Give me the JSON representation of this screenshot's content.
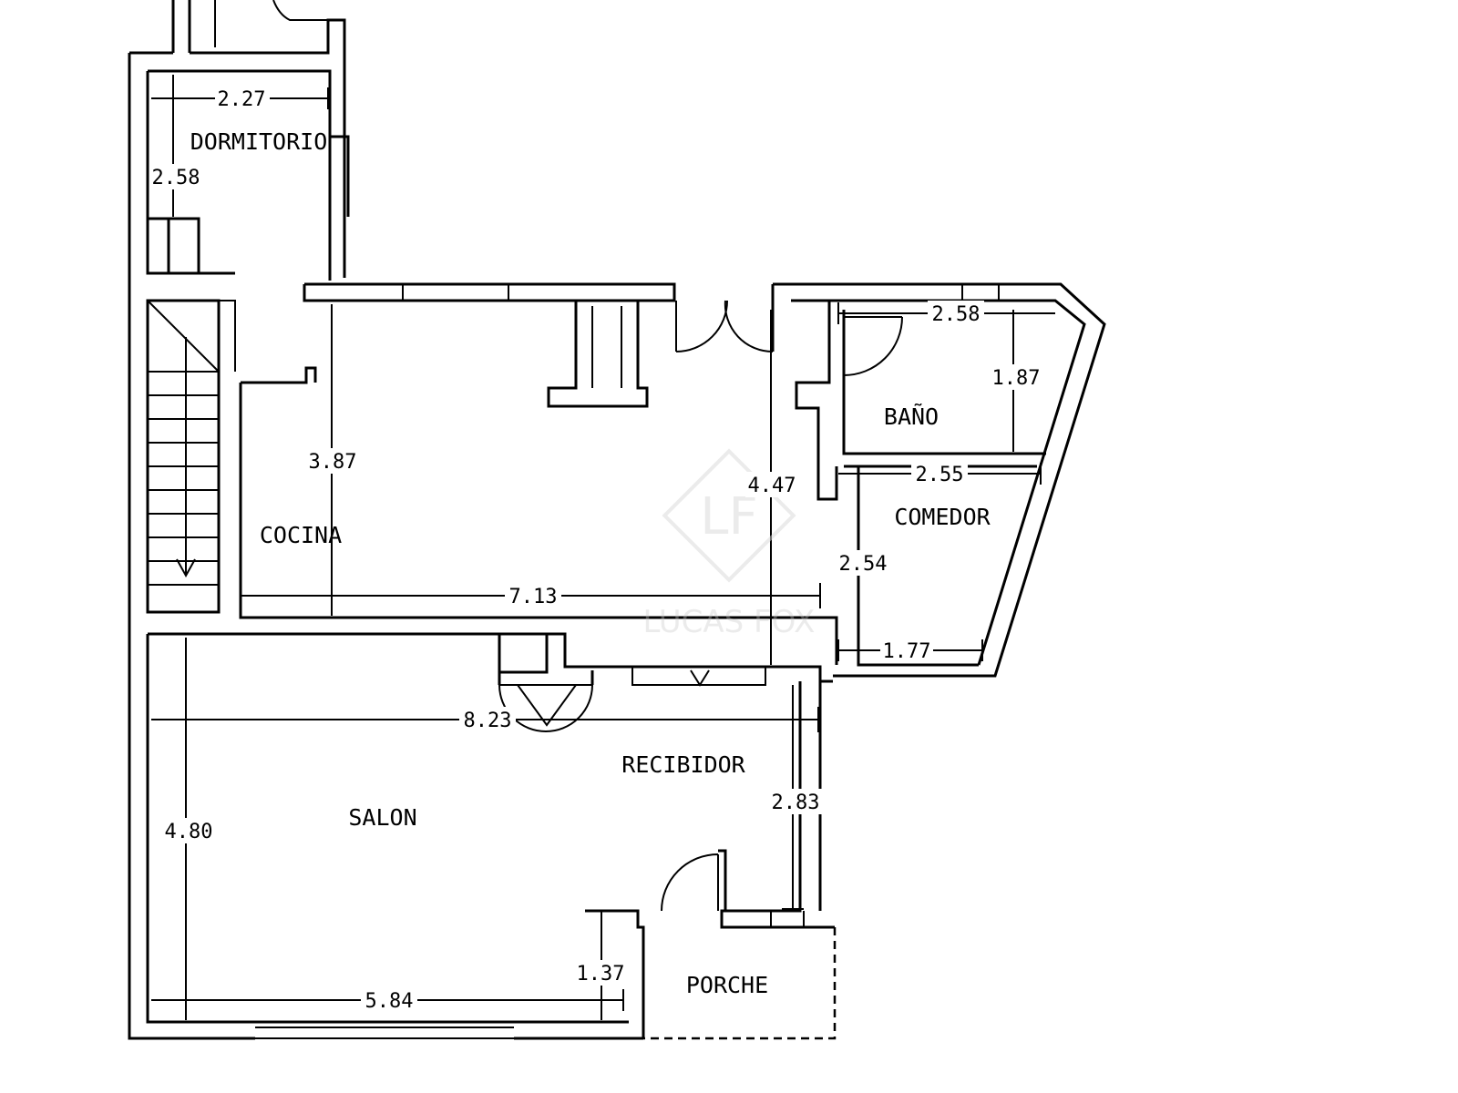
{
  "rooms": {
    "dormitorio": "DORMITORIO",
    "bano": "BAÑO",
    "comedor": "COMEDOR",
    "cocina": "COCINA",
    "recibidor": "RECIBIDOR",
    "salon": "SALON",
    "porche": "PORCHE"
  },
  "dimensions": {
    "dormitorio_width": "2.27",
    "dormitorio_depth": "2.58",
    "bano_width": "2.58",
    "bano_depth": "1.87",
    "comedor_width": "2.55",
    "comedor_depth": "2.54",
    "comedor_bottom": "1.77",
    "cocina_depth": "3.87",
    "kitchen_depth": "4.47",
    "kitchen_width": "7.13",
    "salon_width": "8.23",
    "salon_depth": "4.80",
    "recibidor_depth": "2.83",
    "salon_bottom_width": "5.84",
    "porche_step": "1.37"
  },
  "watermark": {
    "monogram": "LF",
    "brand": "LUCAS FOX"
  }
}
